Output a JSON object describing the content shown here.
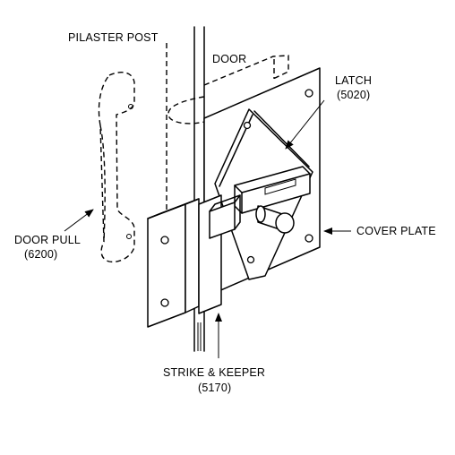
{
  "labels": {
    "pilaster_post": "PILASTER POST",
    "door": "DOOR",
    "latch_name": "LATCH",
    "latch_number": "(5020)",
    "cover_plate": "COVER PLATE",
    "door_pull_name": "DOOR PULL",
    "door_pull_number": "(6200)",
    "strike_name": "STRIKE & KEEPER",
    "strike_number": "(5170)"
  },
  "colors": {
    "line": "#000000",
    "background": "#ffffff"
  }
}
